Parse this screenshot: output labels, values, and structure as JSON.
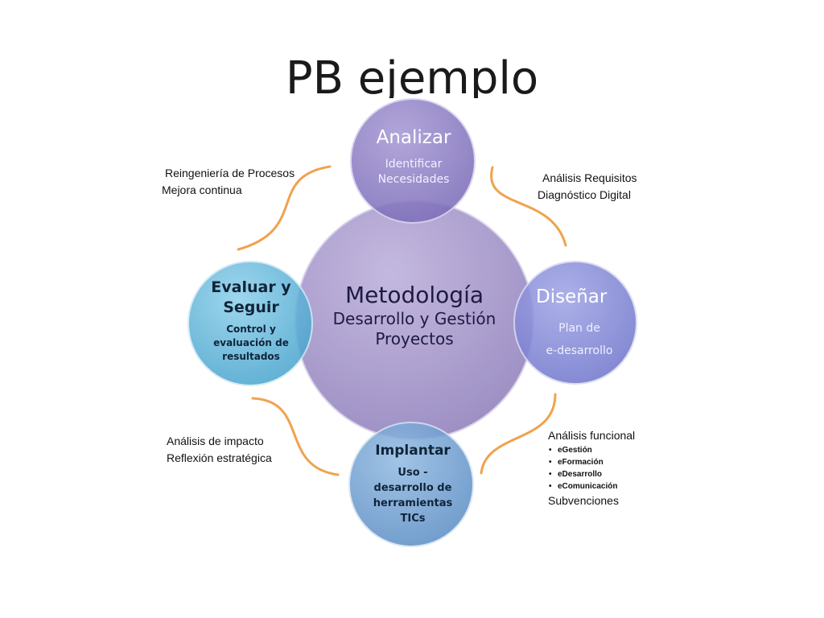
{
  "title": "PB  ejemplo",
  "colors": {
    "center_circle": "#a89acb",
    "top_circle": "#8f82c4",
    "right_circle": "#8a8fd8",
    "left_circle": "#5fb3d6",
    "bottom_circle": "#6f9fd0",
    "connector": "#f0a24e"
  },
  "center": {
    "title": "Metodología",
    "line1": "Desarrollo y Gestión",
    "line2": "Proyectos"
  },
  "top": {
    "title": "Analizar",
    "line1": "Identificar",
    "line2": "Necesidades"
  },
  "right": {
    "title": "Diseñar",
    "line1": "Plan de",
    "line2": "e-desarrollo"
  },
  "left": {
    "title1": "Evaluar y",
    "title2": "Seguir",
    "line1": "Control y",
    "line2": "evaluación de",
    "line3": "resultados"
  },
  "bottom": {
    "title": "Implantar",
    "line1": "Uso -",
    "line2": "desarrollo de",
    "line3": "herramientas",
    "line4": "TICs"
  },
  "notes": {
    "top_left": [
      "Reingeniería de Procesos",
      "Mejora continua"
    ],
    "top_right": [
      "Análisis Requisitos",
      "Diagnóstico Digital"
    ],
    "bottom_left": [
      "Análisis de impacto",
      "Reflexión estratégica"
    ],
    "bottom_right": {
      "heading": "Análisis funcional",
      "items": [
        "eGestión",
        "eFormación",
        "eDesarrollo",
        "eComunicación"
      ],
      "footer": "Subvenciones"
    }
  }
}
